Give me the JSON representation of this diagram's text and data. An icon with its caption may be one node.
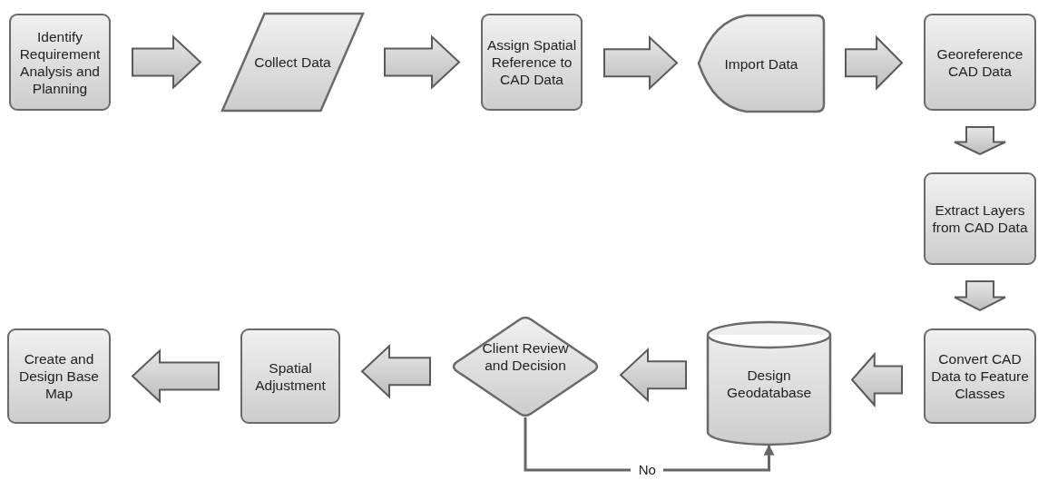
{
  "diagram": {
    "nodes": [
      {
        "text": [
          "Identify Requirement Analysis and Planning"
        ]
      },
      {
        "text": [
          "Collect Data"
        ]
      },
      {
        "text": [
          "Assign Spatial Reference to CAD Data"
        ]
      },
      {
        "text": [
          "Import Data"
        ]
      },
      {
        "text": [
          "Georeference CAD Data"
        ]
      },
      {
        "text": [
          "Extract Layers from CAD Data"
        ]
      },
      {
        "text": [
          "Convert CAD Data to Feature Classes"
        ]
      },
      {
        "text": [
          "Design Geodatabase"
        ]
      },
      {
        "text": [
          "Client Review and Decision"
        ]
      },
      {
        "text": [
          "Spatial Adjustment"
        ]
      },
      {
        "text": [
          "Create and Design Base Map"
        ]
      }
    ],
    "edges": [
      {
        "from": 0,
        "to": 1,
        "arrow": "to",
        "style": "thick"
      },
      {
        "from": 1,
        "to": 2,
        "arrow": "to",
        "style": "thick"
      },
      {
        "from": 2,
        "to": 3,
        "arrow": "to",
        "style": "thick"
      },
      {
        "from": 3,
        "to": 4,
        "arrow": "to",
        "style": "thick"
      },
      {
        "from": 4,
        "to": 5,
        "arrow": "to",
        "style": "thick"
      },
      {
        "from": 5,
        "to": 6,
        "arrow": "to",
        "style": "thick"
      },
      {
        "from": 6,
        "to": 7,
        "arrow": "to",
        "style": "thick"
      },
      {
        "from": 7,
        "to": 8,
        "arrow": "to",
        "style": "thick"
      },
      {
        "from": 8,
        "to": 9,
        "arrow": "to",
        "style": "thick"
      },
      {
        "from": 9,
        "to": 10,
        "arrow": "to",
        "style": "thick"
      },
      {
        "from": 8,
        "to": 7,
        "arrow": "to",
        "label": "No"
      }
    ]
  }
}
